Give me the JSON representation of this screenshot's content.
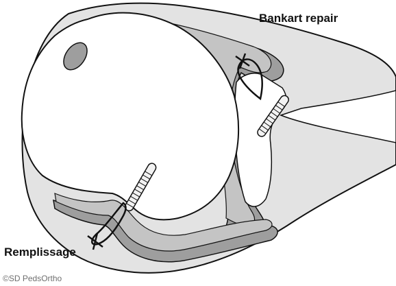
{
  "diagram": {
    "labels": {
      "bankart": "Bankart repair",
      "remplissage": "Remplissage",
      "copyright": "©SD PedsOrtho"
    },
    "colors": {
      "background": "#ffffff",
      "outline": "#111111",
      "outer_tissue": "#e3e3e3",
      "capsule_mid": "#c4c4c4",
      "capsule_dark": "#9e9e9e",
      "bone": "#ffffff",
      "anchor": "#f2f2f2"
    }
  }
}
